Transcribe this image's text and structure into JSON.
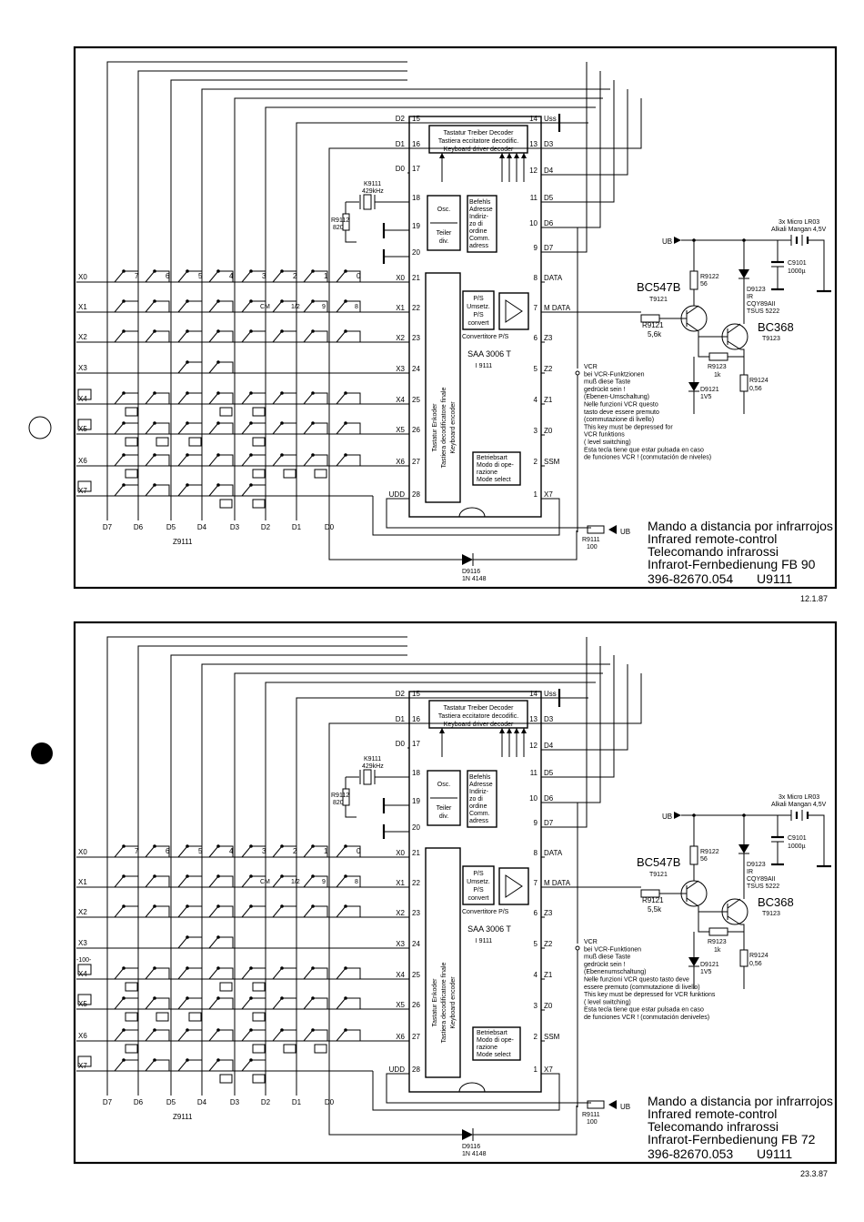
{
  "schematics": [
    {
      "key_labels": {
        "x0": [
          "7",
          "6",
          "5",
          "4",
          "3",
          "2",
          "1",
          "0"
        ],
        "x1_last": [
          "CM",
          "1/2",
          "9",
          "8"
        ]
      },
      "row_labels": [
        "X0",
        "X1",
        "X2",
        "X3",
        "X4",
        "X5",
        "X6",
        "X7"
      ],
      "col_labels": [
        "D7",
        "D6",
        "D5",
        "D4",
        "D3",
        "D2",
        "D1",
        "D0"
      ],
      "keyboard_ref": "Z9111",
      "left_pins": [
        {
          "name": "D2",
          "num": "15"
        },
        {
          "name": "D1",
          "num": "16"
        },
        {
          "name": "D0",
          "num": "17"
        },
        {
          "name": "",
          "num": "18"
        },
        {
          "name": "",
          "num": "19"
        },
        {
          "name": "",
          "num": "20"
        },
        {
          "name": "X0",
          "num": "21"
        },
        {
          "name": "X1",
          "num": "22"
        },
        {
          "name": "X2",
          "num": "23"
        },
        {
          "name": "X3",
          "num": "24"
        },
        {
          "name": "X4",
          "num": "25"
        },
        {
          "name": "X5",
          "num": "26"
        },
        {
          "name": "X6",
          "num": "27"
        },
        {
          "name": "UDD",
          "num": "28"
        }
      ],
      "right_pins": [
        {
          "num": "14",
          "name": "Uss"
        },
        {
          "num": "13",
          "name": "D3"
        },
        {
          "num": "12",
          "name": "D4"
        },
        {
          "num": "11",
          "name": "D5"
        },
        {
          "num": "10",
          "name": "D6"
        },
        {
          "num": "9",
          "name": "D7"
        },
        {
          "num": "8",
          "name": "DATA"
        },
        {
          "num": "7",
          "name": "M DATA"
        },
        {
          "num": "6",
          "name": "Z3"
        },
        {
          "num": "5",
          "name": "Z2"
        },
        {
          "num": "4",
          "name": "Z1"
        },
        {
          "num": "3",
          "name": "Z0"
        },
        {
          "num": "2",
          "name": "SSM"
        },
        {
          "num": "1",
          "name": "X7"
        }
      ],
      "decoder": [
        "Tastatur Treiber Decoder",
        "Tastiera eccitatore decodific.",
        "Keyboard driver decoder"
      ],
      "osc": [
        "Osc.",
        "Teiler",
        "div."
      ],
      "befehls": [
        "Befehls",
        "Adresse",
        "Indiriz-",
        "zo di",
        "ordine",
        "Comm.",
        "adress"
      ],
      "ps": [
        "P/S",
        "Umsetz.",
        "P/S",
        "convert"
      ],
      "convertitore": "Convertitore P/S",
      "encoder": [
        "Tastatur Enkoder",
        "Tastiera decodificatore finale",
        "Keyboard encoder"
      ],
      "ic_name": "SAA 3006 T",
      "ic_ref": "I 9111",
      "betriebsart": [
        "Betriebsart",
        "Modo di ope-",
        "razione",
        "Mode select"
      ],
      "crystal": [
        "K9111",
        "429kHz"
      ],
      "r9112": [
        "R9112",
        "820"
      ],
      "battery": [
        "3x Micro LR03",
        "Alkali Mangan 4,5V"
      ],
      "c9101": [
        "C9101",
        "1000µ"
      ],
      "ub": "UB",
      "r9122": [
        "R9122",
        "56"
      ],
      "d9123": [
        "D9123",
        "IR",
        "CQY89AII",
        "TSUS 5222"
      ],
      "bc547": [
        "BC547B",
        "T9121"
      ],
      "bc368": [
        "BC368",
        "T9123"
      ],
      "r9121": [
        "R9121",
        "5,6k"
      ],
      "r9123": [
        "R9123",
        "1k"
      ],
      "d9121": [
        "D9121",
        "1V5"
      ],
      "r9124": [
        "R9124",
        "0,56"
      ],
      "r9111": [
        "R9111",
        "100"
      ],
      "d9116": [
        "D9116",
        "1N 4148"
      ],
      "vcr_note": [
        "VCR",
        "bei VCR-Funktzionen",
        "muß diese Taste",
        "gedrückt sein !",
        "(Ebenen-Umschaltung)",
        "Nelle funzioni VCR questo",
        "tasto deve essere premuto",
        "(commutazione di livello)",
        "This key must be depressed for",
        "VCR funktions",
        "( level switching)",
        "Esta tecla tiene que estar pulsada en caso",
        "de funciones VCR ! (conmutación de niveles)"
      ],
      "title": [
        "Mando a distancia por infrarrojos",
        "Infrared remote-control",
        "Telecomando infrarossi",
        "Infrarot-Fernbedienung FB 90"
      ],
      "part_number": "396-82670.054",
      "unit": "U9111",
      "date": "12.1.87"
    },
    {
      "key_labels": {
        "x0": [
          "7",
          "6",
          "5",
          "4",
          "3",
          "2",
          "1",
          "0"
        ],
        "x1_last": [
          "CM",
          "1/2",
          "9",
          "8"
        ]
      },
      "row_labels": [
        "X0",
        "X1",
        "X2",
        "X3",
        "X4",
        "X5",
        "X6",
        "X7"
      ],
      "col_labels": [
        "D7",
        "D6",
        "D5",
        "D4",
        "D3",
        "D2",
        "D1",
        "D0"
      ],
      "keyboard_ref": "Z9111",
      "extra_label": "-100-",
      "left_pins": [
        {
          "name": "D2",
          "num": "15"
        },
        {
          "name": "D1",
          "num": "16"
        },
        {
          "name": "D0",
          "num": "17"
        },
        {
          "name": "",
          "num": "18"
        },
        {
          "name": "",
          "num": "19"
        },
        {
          "name": "",
          "num": "20"
        },
        {
          "name": "X0",
          "num": "21"
        },
        {
          "name": "X1",
          "num": "22"
        },
        {
          "name": "X2",
          "num": "23"
        },
        {
          "name": "X3",
          "num": "24"
        },
        {
          "name": "X4",
          "num": "25"
        },
        {
          "name": "X5",
          "num": "26"
        },
        {
          "name": "X6",
          "num": "27"
        },
        {
          "name": "UDD",
          "num": "28"
        }
      ],
      "right_pins": [
        {
          "num": "14",
          "name": "Uss"
        },
        {
          "num": "13",
          "name": "D3"
        },
        {
          "num": "12",
          "name": "D4"
        },
        {
          "num": "11",
          "name": "D5"
        },
        {
          "num": "10",
          "name": "D6"
        },
        {
          "num": "9",
          "name": "D7"
        },
        {
          "num": "8",
          "name": "DATA"
        },
        {
          "num": "7",
          "name": "M DATA"
        },
        {
          "num": "6",
          "name": "Z3"
        },
        {
          "num": "5",
          "name": "Z2"
        },
        {
          "num": "4",
          "name": "Z1"
        },
        {
          "num": "3",
          "name": "Z0"
        },
        {
          "num": "2",
          "name": "SSM"
        },
        {
          "num": "1",
          "name": "X7"
        }
      ],
      "decoder": [
        "Tastatur Treiber Decoder",
        "Tastiera eccitatore decodific.",
        "Keyboard driver decoder"
      ],
      "osc": [
        "Osc.",
        "Teiler",
        "div."
      ],
      "befehls": [
        "Befehls",
        "Adresse",
        "Indiriz-",
        "zo di",
        "ordine",
        "Comm.",
        "adress"
      ],
      "ps": [
        "P/S",
        "Umsetz.",
        "P/S",
        "convert"
      ],
      "convertitore": "Convertitore P/S",
      "encoder": [
        "Tastatur Enkoder",
        "Tastiera decodificatore finale",
        "Keyboard encoder"
      ],
      "ic_name": "SAA 3006 T",
      "ic_ref": "I 9111",
      "betriebsart": [
        "Betriebsart",
        "Modo di ope-",
        "razione",
        "Mode select"
      ],
      "crystal": [
        "K9111",
        "429kHz"
      ],
      "r9112": [
        "R9112",
        "820"
      ],
      "battery": [
        "3x Micro LR03",
        "Alkali Mangan 4,5V"
      ],
      "c9101": [
        "C9101",
        "1000µ"
      ],
      "ub": "UB",
      "r9122": [
        "R9122",
        "56"
      ],
      "d9123": [
        "D9123",
        "IR",
        "CQY89AII",
        "TSUS 5222"
      ],
      "bc547": [
        "BC547B",
        "T9121"
      ],
      "bc368": [
        "BC368",
        "T9123"
      ],
      "r9121": [
        "R9121",
        "5,5k"
      ],
      "r9123": [
        "R9123",
        "1k"
      ],
      "d9121": [
        "D9121",
        "1V5"
      ],
      "r9124": [
        "R9124",
        "0,56"
      ],
      "r9111": [
        "R9111",
        "100"
      ],
      "d9116": [
        "D9116",
        "1N 4148"
      ],
      "vcr_note": [
        "VCR",
        "bei VCR-Funktionen",
        "muß diese Taste",
        "gedrückt sein !",
        "(Ebenenumschaltung)",
        "Nelle funzioni VCR questo tasto deve",
        "essere premuto (commutazione di livello)",
        "This key must be depressed for VCR funktions",
        "( level switching)",
        "Esta tecla tiene que estar pulsada en caso",
        "de funciones VCR ! (conmutación deniveles)"
      ],
      "title": [
        "Mando a distancia por infrarrojos",
        "Infrared remote-control",
        "Telecomando infrarossi",
        "Infrarot-Fernbedienung FB 72"
      ],
      "part_number": "396-82670.053",
      "unit": "U9111",
      "date": "23.3.87"
    }
  ]
}
